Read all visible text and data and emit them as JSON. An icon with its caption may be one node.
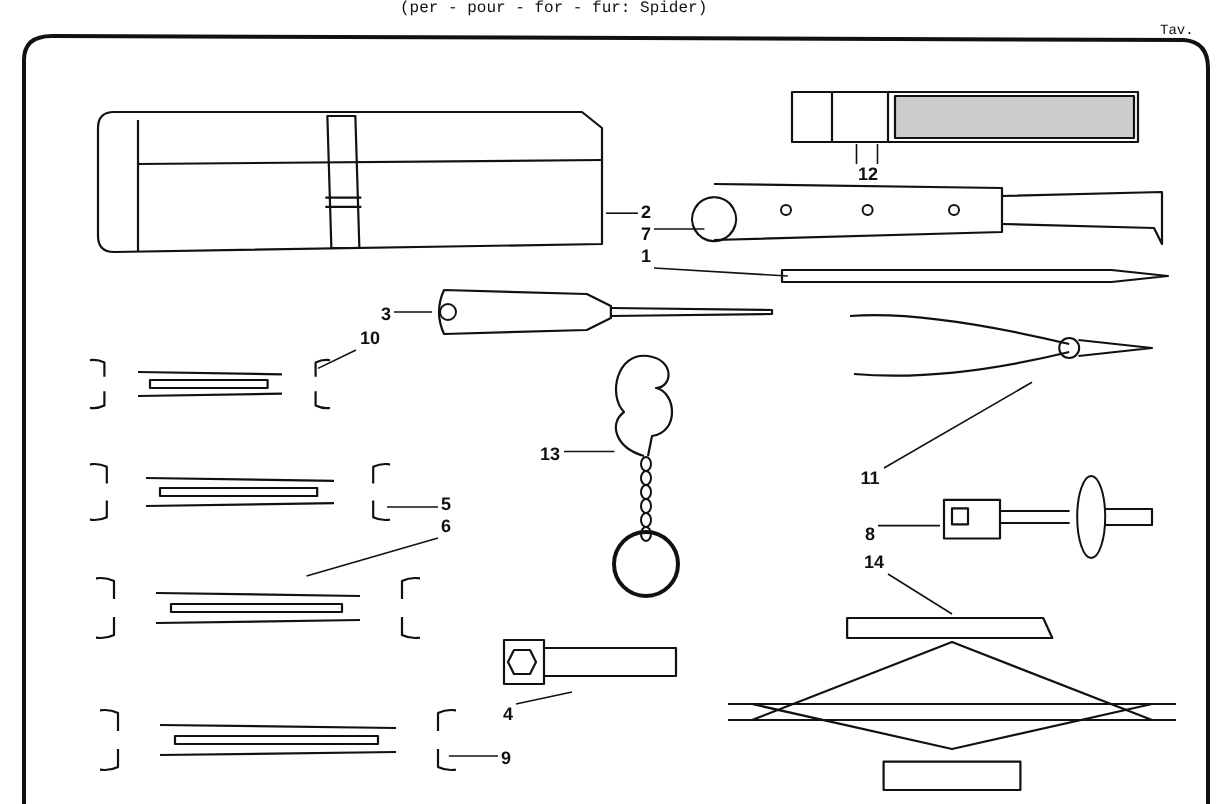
{
  "diagram": {
    "title": "(per - pour - for - fur: Spider)",
    "nodes": [
      {
        "text": [
          "12"
        ]
      },
      {
        "text": [
          "2"
        ]
      },
      {
        "text": [
          "7"
        ]
      },
      {
        "text": [
          "1"
        ]
      },
      {
        "text": [
          "3"
        ]
      },
      {
        "text": [
          "10"
        ]
      },
      {
        "text": [
          "13"
        ]
      },
      {
        "text": [
          "11"
        ]
      },
      {
        "text": [
          "5"
        ]
      },
      {
        "text": [
          "6"
        ]
      },
      {
        "text": [
          "8"
        ]
      },
      {
        "text": [
          "14"
        ]
      },
      {
        "text": [
          "4"
        ]
      },
      {
        "text": [
          "9"
        ]
      },
      {
        "text": [],
        "shape": "picture"
      },
      {
        "text": [],
        "shape": "picture"
      },
      {
        "text": [],
        "shape": "picture"
      },
      {
        "text": [],
        "shape": "picture"
      },
      {
        "text": [],
        "shape": "picture"
      },
      {
        "text": [],
        "shape": "picture"
      },
      {
        "text": [],
        "shape": "picture"
      },
      {
        "text": [],
        "shape": "picture"
      },
      {
        "text": [],
        "shape": "picture"
      },
      {
        "text": [],
        "shape": "picture"
      },
      {
        "text": [],
        "shape": "picture"
      },
      {
        "text": [],
        "shape": "picture"
      },
      {
        "text": [],
        "shape": "picture"
      },
      {
        "text": [],
        "shape": "picture"
      }
    ],
    "edges": [
      {
        "from": 0,
        "to": 14,
        "arrow": "none"
      },
      {
        "from": 0,
        "to": 14,
        "arrow": "none"
      },
      {
        "from": 1,
        "to": 15,
        "arrow": "none"
      },
      {
        "from": 2,
        "to": 16,
        "arrow": "none"
      },
      {
        "from": 3,
        "to": 17,
        "arrow": "none"
      },
      {
        "from": 4,
        "to": 18,
        "arrow": "none"
      },
      {
        "from": 5,
        "to": 19,
        "arrow": "none"
      },
      {
        "from": 6,
        "to": 20,
        "arrow": "none"
      },
      {
        "from": 7,
        "to": 21,
        "arrow": "none"
      },
      {
        "from": 8,
        "to": 22,
        "arrow": "none"
      },
      {
        "from": 9,
        "to": 23,
        "arrow": "none"
      },
      {
        "from": 10,
        "to": 24,
        "arrow": "none"
      },
      {
        "from": 11,
        "to": 25,
        "arrow": "none"
      },
      {
        "from": 12,
        "to": 26,
        "arrow": "none"
      },
      {
        "from": 13,
        "to": 27,
        "arrow": "none"
      }
    ],
    "labels": [
      "Tav."
    ]
  }
}
